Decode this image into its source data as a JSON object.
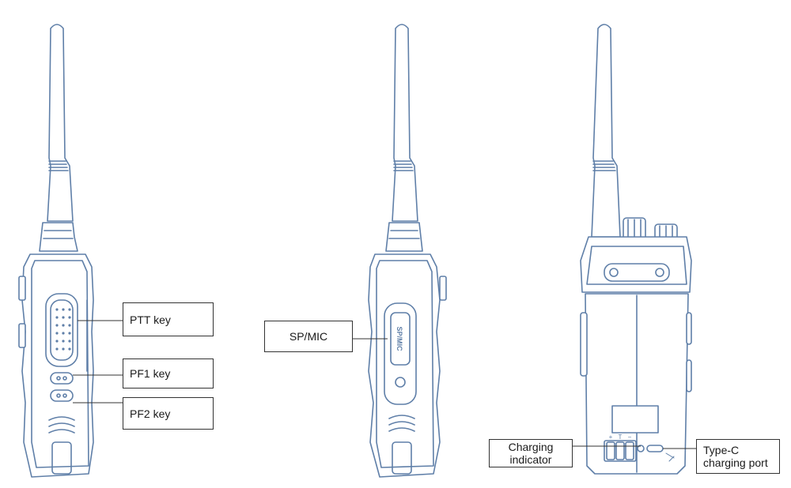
{
  "diagram": {
    "colors": {
      "outline": "#5f7fa8",
      "fill": "#ffffff",
      "leader": "#333333"
    },
    "views": [
      {
        "name": "left-side-view"
      },
      {
        "name": "right-side-view"
      },
      {
        "name": "back-view"
      }
    ],
    "callouts": {
      "ptt_key": "PTT key",
      "pf1_key": "PF1 key",
      "pf2_key": "PF2 key",
      "sp_mic": "SP/MIC",
      "charging_indicator": [
        "Charging",
        "indicator"
      ],
      "type_c_port": [
        "Type-C",
        "charging port"
      ]
    },
    "engravings": {
      "sp_mic_cover": "SP/MIC",
      "contacts": [
        "+",
        "T",
        "−"
      ]
    }
  }
}
